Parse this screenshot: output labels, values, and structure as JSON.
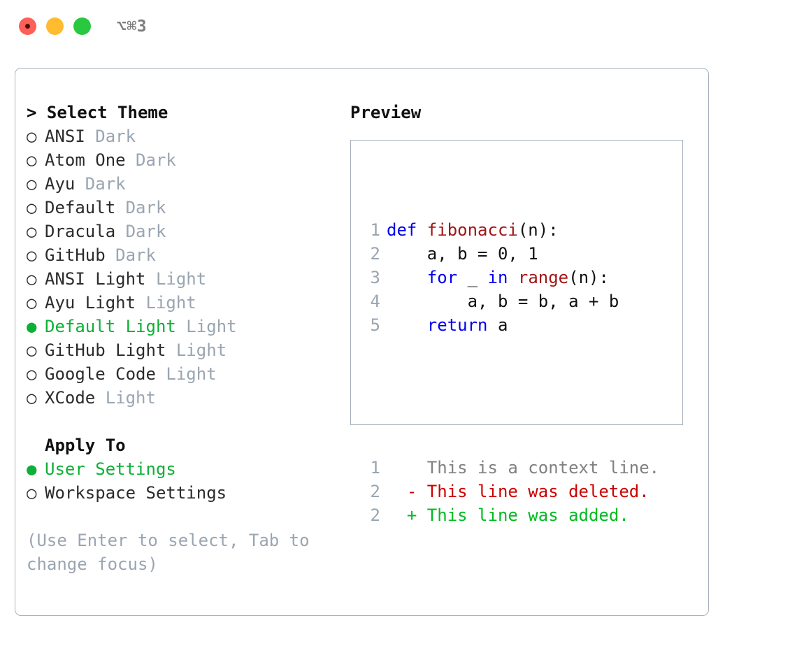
{
  "titlebar": {
    "shortcut": "⌥⌘3",
    "buttons": [
      {
        "name": "close",
        "color": "#ff5f57"
      },
      {
        "name": "minimize",
        "color": "#febc2e"
      },
      {
        "name": "maximize",
        "color": "#28c840"
      }
    ]
  },
  "theme_list": {
    "header": "> Select Theme",
    "items": [
      {
        "marker": "○",
        "label": "ANSI",
        "tag": "Dark",
        "selected": false
      },
      {
        "marker": "○",
        "label": "Atom One",
        "tag": "Dark",
        "selected": false
      },
      {
        "marker": "○",
        "label": "Ayu",
        "tag": "Dark",
        "selected": false
      },
      {
        "marker": "○",
        "label": "Default",
        "tag": "Dark",
        "selected": false
      },
      {
        "marker": "○",
        "label": "Dracula",
        "tag": "Dark",
        "selected": false
      },
      {
        "marker": "○",
        "label": "GitHub",
        "tag": "Dark",
        "selected": false
      },
      {
        "marker": "○",
        "label": "ANSI Light",
        "tag": "Light",
        "selected": false
      },
      {
        "marker": "○",
        "label": "Ayu Light",
        "tag": "Light",
        "selected": false
      },
      {
        "marker": "●",
        "label": "Default Light",
        "tag": "Light",
        "selected": true
      },
      {
        "marker": "○",
        "label": "GitHub Light",
        "tag": "Light",
        "selected": false
      },
      {
        "marker": "○",
        "label": "Google Code",
        "tag": "Light",
        "selected": false
      },
      {
        "marker": "○",
        "label": "XCode",
        "tag": "Light",
        "selected": false
      }
    ]
  },
  "apply_to": {
    "header": "Apply To",
    "items": [
      {
        "marker": "●",
        "label": "User Settings",
        "selected": true
      },
      {
        "marker": "○",
        "label": "Workspace Settings",
        "selected": false
      }
    ]
  },
  "hint": "(Use Enter to select, Tab to change focus)",
  "preview": {
    "title": "Preview",
    "code_lines": [
      {
        "no": "1",
        "segments": [
          {
            "text": "def ",
            "kind": "kw"
          },
          {
            "text": "fibonacci",
            "kind": "fn"
          },
          {
            "text": "(n):",
            "kind": "txt"
          }
        ]
      },
      {
        "no": "2",
        "segments": [
          {
            "text": "    a, b = 0, 1",
            "kind": "txt"
          }
        ]
      },
      {
        "no": "3",
        "segments": [
          {
            "text": "    ",
            "kind": "txt"
          },
          {
            "text": "for",
            "kind": "kw"
          },
          {
            "text": " _ ",
            "kind": "txt"
          },
          {
            "text": "in ",
            "kind": "kw"
          },
          {
            "text": "range",
            "kind": "fn"
          },
          {
            "text": "(n):",
            "kind": "txt"
          }
        ]
      },
      {
        "no": "4",
        "segments": [
          {
            "text": "        a, b = b, a + b",
            "kind": "txt"
          }
        ]
      },
      {
        "no": "5",
        "segments": [
          {
            "text": "    ",
            "kind": "txt"
          },
          {
            "text": "return",
            "kind": "kw"
          },
          {
            "text": " a",
            "kind": "txt"
          }
        ]
      }
    ],
    "diff_lines": [
      {
        "no": "1",
        "prefix": "  ",
        "text": "This is a context line.",
        "kind": "ctx"
      },
      {
        "no": "2",
        "prefix": "- ",
        "text": "This line was deleted.",
        "kind": "del"
      },
      {
        "no": "2",
        "prefix": "+ ",
        "text": "This line was added.",
        "kind": "add"
      }
    ]
  },
  "colors": {
    "accent_green": "#0db036",
    "muted_gray": "#9aa5b1",
    "context_gray": "#808080",
    "diff_deleted": "#cc0000",
    "diff_added": "#00bb22",
    "keyword_blue": "#0000ee",
    "function_red": "#a31515",
    "border": "#a7b0bd"
  }
}
